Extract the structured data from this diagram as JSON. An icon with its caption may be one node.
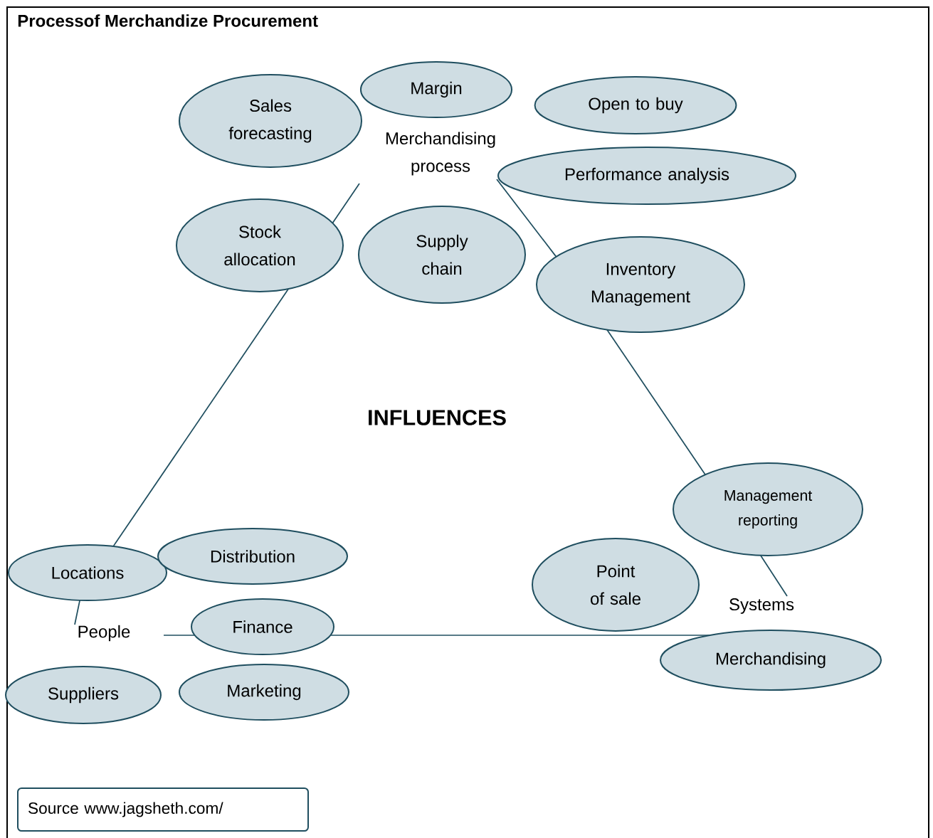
{
  "diagram": {
    "title": "Processof Merchandize Procurement",
    "nodes": [
      {
        "text": [
          "Merchandising process"
        ]
      },
      {
        "text": [
          "Margin"
        ]
      },
      {
        "text": [
          "Sales forecasting"
        ]
      },
      {
        "text": [
          "Open to buy"
        ]
      },
      {
        "text": [
          "Performance analysis"
        ]
      },
      {
        "text": [
          "Stock allocation"
        ]
      },
      {
        "text": [
          "Supply chain"
        ]
      },
      {
        "text": [
          "Inventory Management"
        ]
      },
      {
        "text": [
          "Management reporting"
        ]
      },
      {
        "text": [
          "Point of sale"
        ]
      },
      {
        "text": [
          "Systems"
        ]
      },
      {
        "text": [
          "Merchandising"
        ]
      },
      {
        "text": [
          "Locations"
        ]
      },
      {
        "text": [
          "Distribution"
        ]
      },
      {
        "text": [
          "People"
        ]
      },
      {
        "text": [
          "Finance"
        ]
      },
      {
        "text": [
          "Suppliers"
        ]
      },
      {
        "text": [
          "Marketing"
        ]
      },
      {
        "text": [
          "Source www.jagsheth.com/"
        ]
      }
    ],
    "edges": [
      {
        "from": 0,
        "to": 5,
        "arrow": "none"
      },
      {
        "from": 5,
        "to": 12,
        "arrow": "none"
      },
      {
        "from": 12,
        "to": 14,
        "arrow": "none"
      },
      {
        "from": 0,
        "to": 7,
        "arrow": "none"
      },
      {
        "from": 7,
        "to": 8,
        "arrow": "none"
      },
      {
        "from": 8,
        "to": 10,
        "arrow": "none"
      },
      {
        "from": 14,
        "to": 15,
        "arrow": "none"
      },
      {
        "from": 15,
        "to": 11,
        "arrow": "none"
      }
    ],
    "labels": [
      "INFLUENCES"
    ]
  }
}
